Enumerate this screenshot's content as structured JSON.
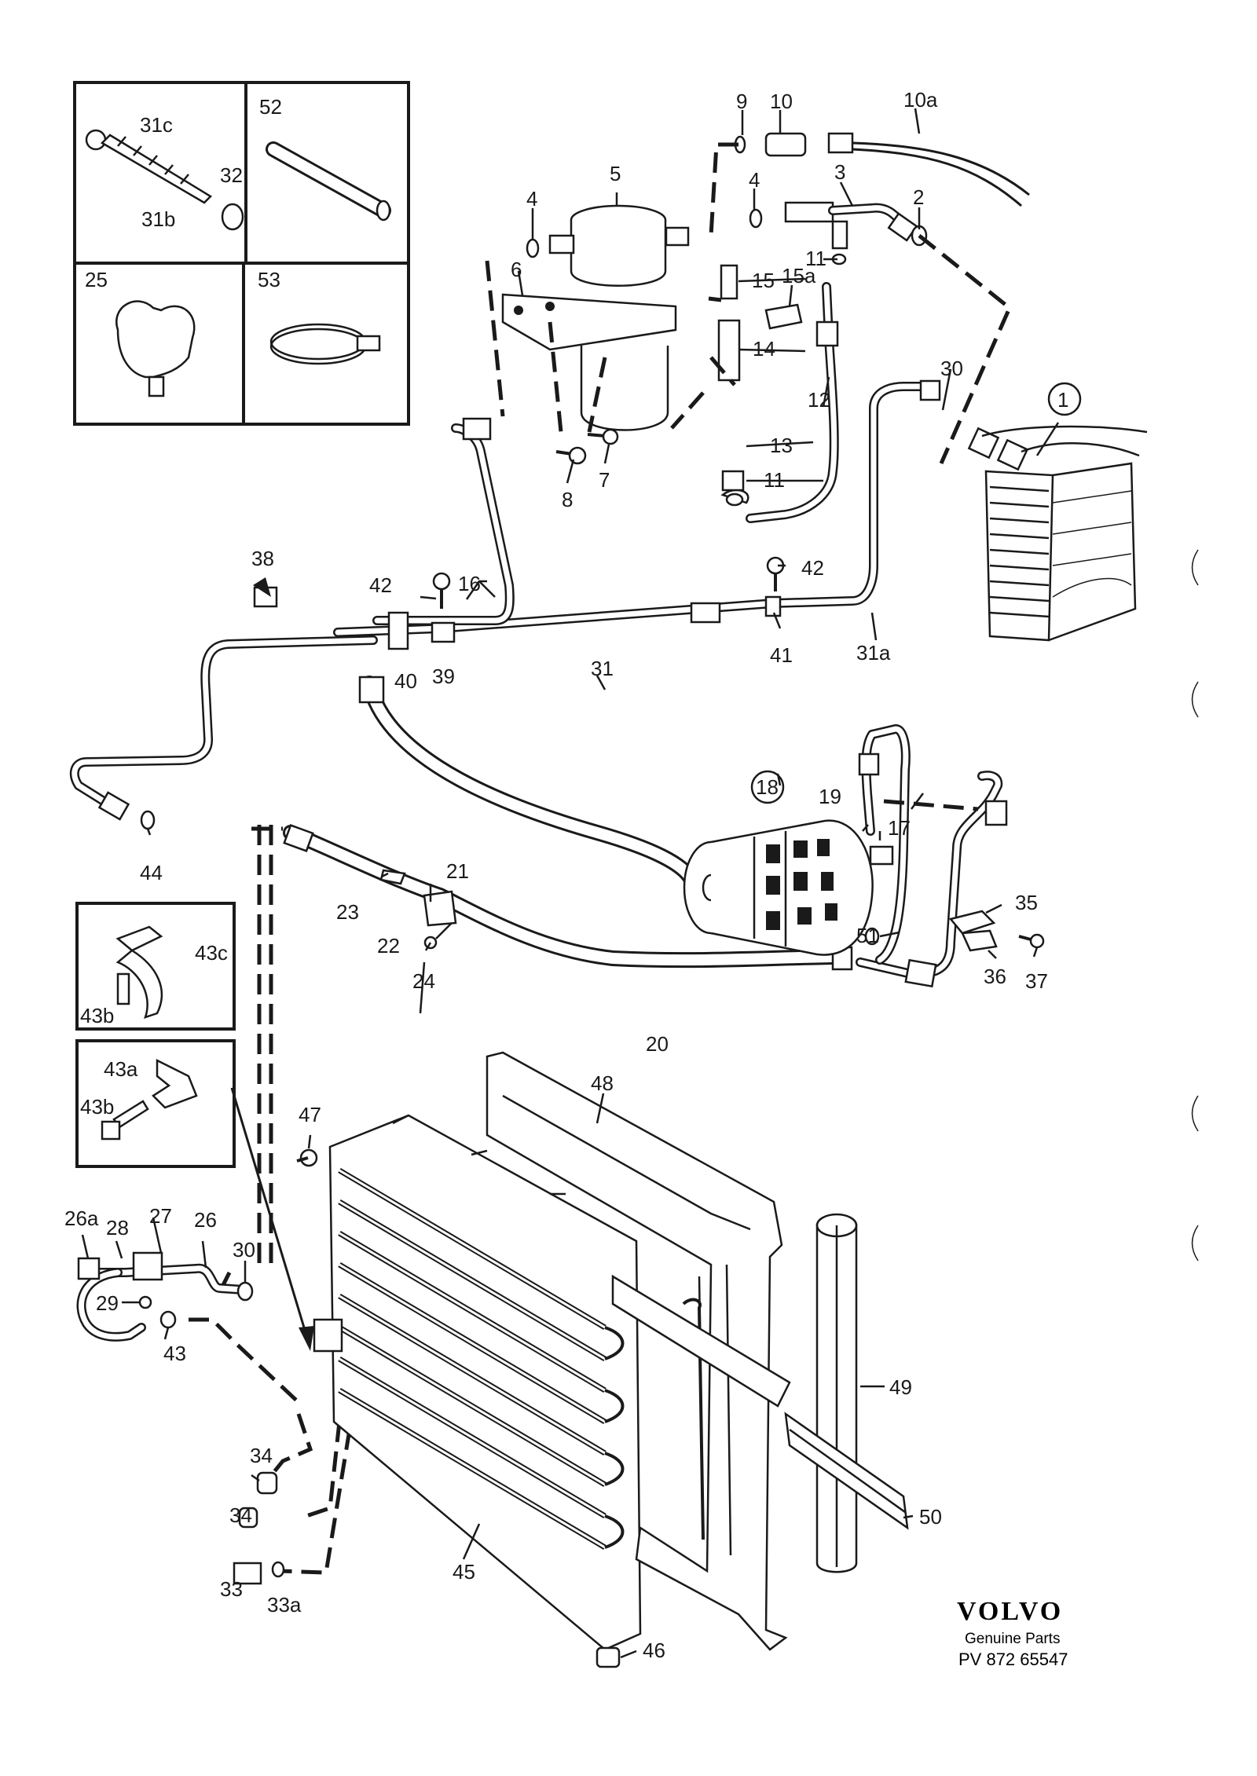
{
  "brand": {
    "name": "VOLVO",
    "tagline": "Genuine Parts",
    "code": "PV 872 65547"
  },
  "inset_labels": {
    "i31c": "31c",
    "i31b": "31b",
    "i32": "32",
    "i52": "52",
    "i25": "25",
    "i53": "53",
    "i43c": "43c",
    "i43b_top": "43b",
    "i43a": "43a",
    "i43b_bot": "43b"
  },
  "labels": {
    "l1": "1",
    "l2": "2",
    "l3": "3",
    "l4a": "4",
    "l4b": "4",
    "l5": "5",
    "l6": "6",
    "l7": "7",
    "l8": "8",
    "l9": "9",
    "l10": "10",
    "l10a": "10a",
    "l11a": "11",
    "l11b": "11",
    "l12": "12",
    "l13": "13",
    "l14": "14",
    "l15": "15",
    "l15a": "15a",
    "l16": "16",
    "l17": "17",
    "l18": "18",
    "l19": "19",
    "l20": "20",
    "l21": "21",
    "l22": "22",
    "l23": "23",
    "l24": "24",
    "l26": "26",
    "l26a": "26a",
    "l27": "27",
    "l28": "28",
    "l29": "29",
    "l30a": "30",
    "l30b": "30",
    "l31": "31",
    "l31a": "31a",
    "l33": "33",
    "l33a": "33a",
    "l34a": "34",
    "l34b": "34",
    "l35": "35",
    "l36": "36",
    "l37": "37",
    "l38": "38",
    "l39": "39",
    "l40": "40",
    "l41": "41",
    "l42a": "42",
    "l42b": "42",
    "l43": "43",
    "l44": "44",
    "l45": "45",
    "l46": "46",
    "l47": "47",
    "l48": "48",
    "l49": "49",
    "l50": "50",
    "l51": "51"
  }
}
